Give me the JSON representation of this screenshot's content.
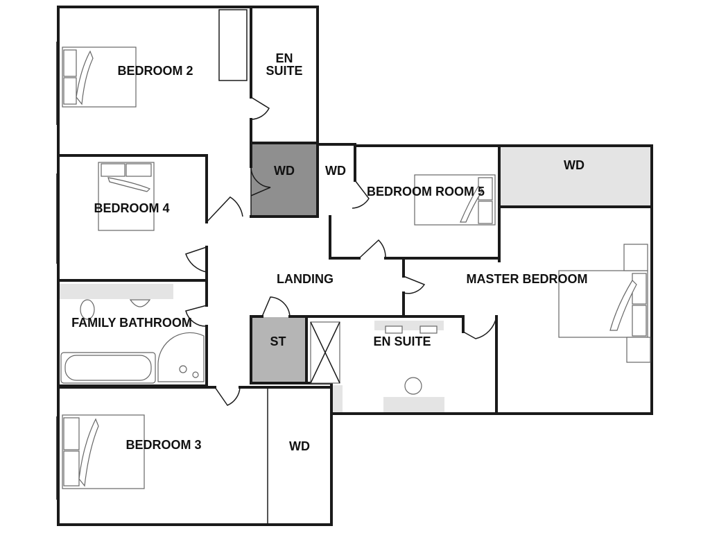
{
  "rooms": {
    "bedroom2": "BEDROOM 2",
    "ensuite_top_line1": "EN",
    "ensuite_top_line2": "SUITE",
    "wd_dark": "WD",
    "wd_small": "WD",
    "bedroom5": "BEDROOM ROOM 5",
    "wd_master": "WD",
    "bedroom4": "BEDROOM 4",
    "landing": "LANDING",
    "master_bedroom": "MASTER BEDROOM",
    "family_bathroom": "FAMILY BATHROOM",
    "st": "ST",
    "ensuite_master": "EN SUITE",
    "bedroom3": "BEDROOM 3",
    "wd_bedroom3": "WD"
  },
  "colors": {
    "walls": "#1a1a1a",
    "wardrobe_dark": "#8f8f8f",
    "cupboard_mid": "#b5b5b5",
    "wardrobe_light": "#e4e4e4"
  }
}
